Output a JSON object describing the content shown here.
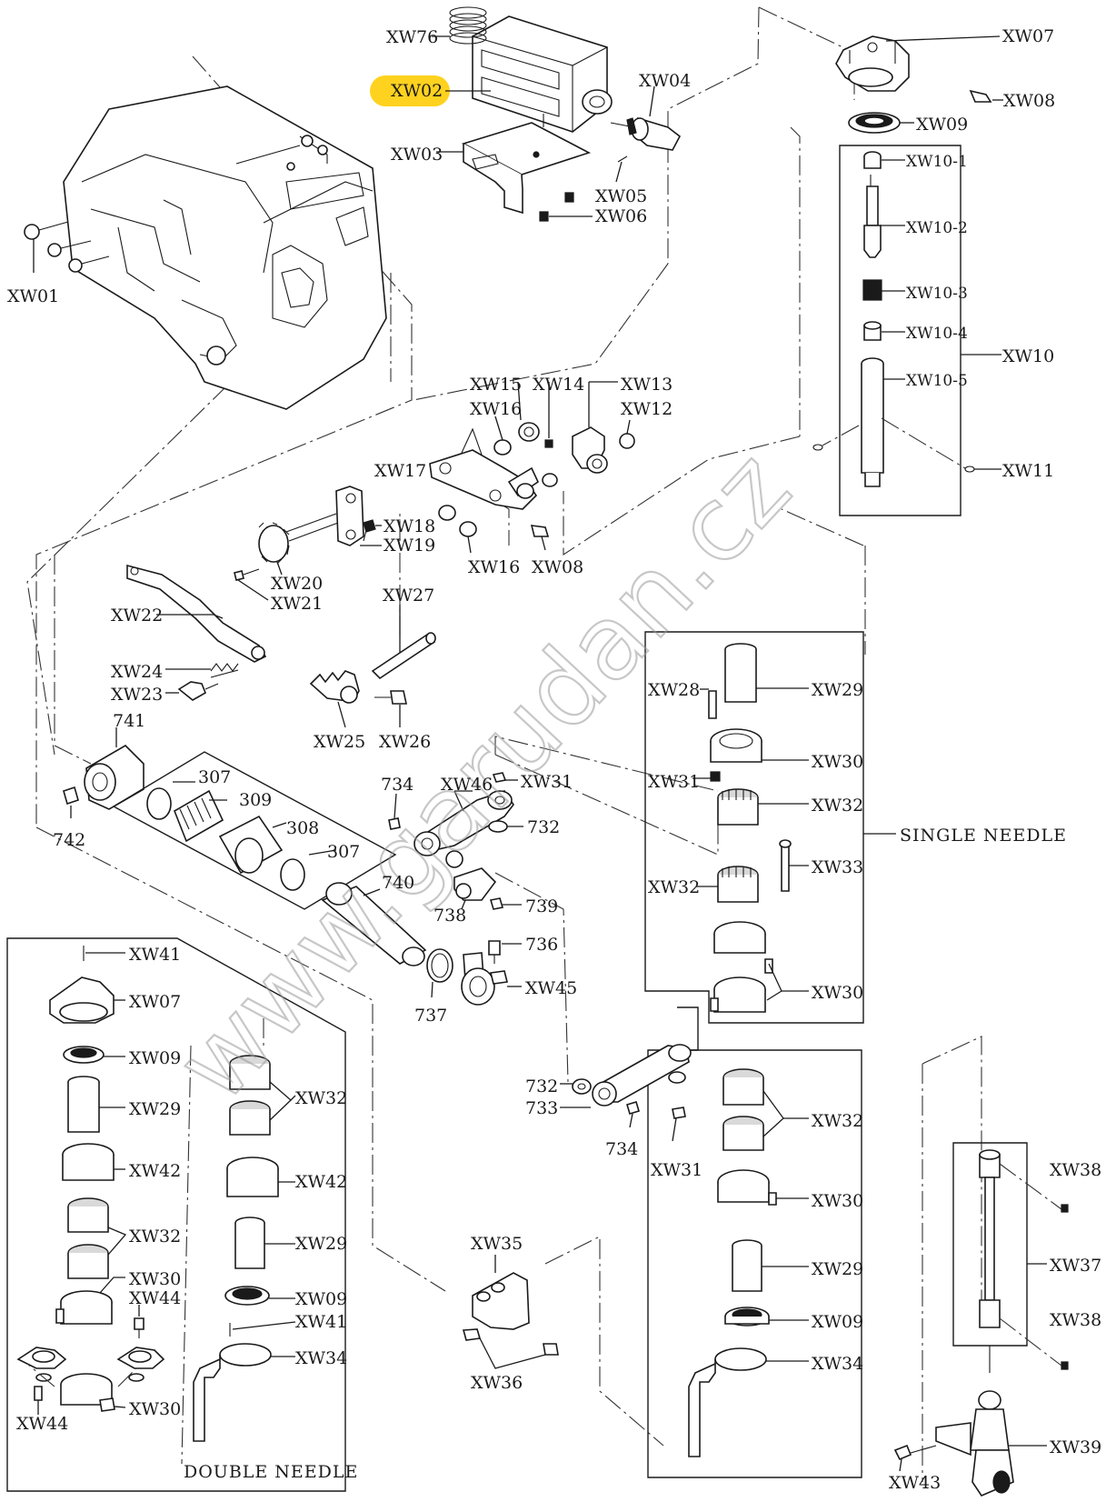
{
  "highlight_color": "#FFD21F",
  "watermark": "www.garudan.cz",
  "sections": {
    "single_needle": "SINGLE NEEDLE",
    "double_needle": "DOUBLE NEEDLE"
  },
  "labels": {
    "XW76": "XW76",
    "XW02": "XW02",
    "XW04": "XW04",
    "XW03": "XW03",
    "XW05": "XW05",
    "XW06": "XW06",
    "XW07": "XW07",
    "XW08": "XW08",
    "XW09": "XW09",
    "XW10_1": "XW10-1",
    "XW10_2": "XW10-2",
    "XW10_3": "XW10-3",
    "XW10_4": "XW10-4",
    "XW10_5": "XW10-5",
    "XW10": "XW10",
    "XW11": "XW11",
    "XW01": "XW01",
    "XW15": "XW15",
    "XW14": "XW14",
    "XW13": "XW13",
    "XW12": "XW12",
    "XW16a": "XW16",
    "XW17": "XW17",
    "XW18": "XW18",
    "XW19": "XW19",
    "XW16b": "XW16",
    "XW08b": "XW08",
    "XW20": "XW20",
    "XW21": "XW21",
    "XW22": "XW22",
    "XW27": "XW27",
    "XW24": "XW24",
    "XW23": "XW23",
    "XW25": "XW25",
    "XW26": "XW26",
    "XW28": "XW28",
    "XW29a": "XW29",
    "L741": "741",
    "XW30a": "XW30",
    "L307a": "307",
    "L309": "309",
    "L734a": "734",
    "XW46": "XW46",
    "XW31a": "XW31",
    "XW32a": "XW32",
    "L742": "742",
    "L308": "308",
    "L732a": "732",
    "L307b": "307",
    "L740": "740",
    "XW33": "XW33",
    "XW32b": "XW32",
    "L738": "738",
    "L739": "739",
    "L736": "736",
    "XW30b": "XW30",
    "XW45": "XW45",
    "L737": "737",
    "XW41a": "XW41",
    "XW07b": "XW07",
    "XW09b": "XW09",
    "XW29b": "XW29",
    "XW42a": "XW42",
    "XW32c": "XW32",
    "XW30c": "XW30",
    "XW44a": "XW44",
    "XW44b": "XW44",
    "XW30d": "XW30",
    "XW32d": "XW32",
    "XW42b": "XW42",
    "XW29c": "XW29",
    "XW09c": "XW09",
    "XW41b": "XW41",
    "XW34a": "XW34",
    "L732b": "732",
    "L733": "733",
    "L734b": "734",
    "XW31b": "XW31",
    "XW32e": "XW32",
    "XW30e": "XW30",
    "XW29d": "XW29",
    "XW09d": "XW09",
    "XW34b": "XW34",
    "XW35": "XW35",
    "XW36": "XW36",
    "XW38a": "XW38",
    "XW37": "XW37",
    "XW38b": "XW38",
    "XW39": "XW39",
    "XW43": "XW43"
  }
}
